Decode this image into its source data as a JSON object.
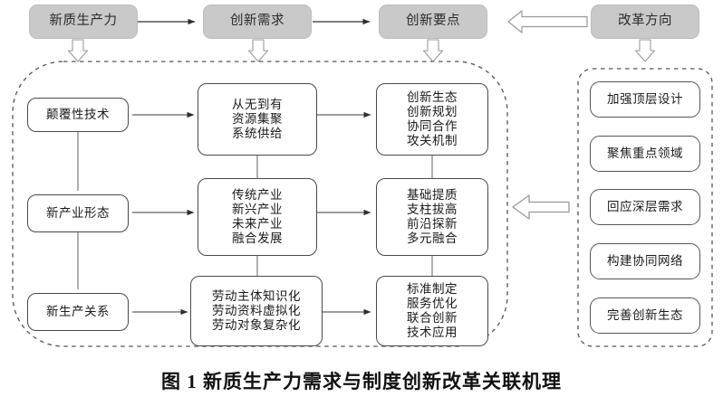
{
  "figure": {
    "caption": "图 1  新质生产力需求与制度创新改革关联机理"
  },
  "colors": {
    "header_fill": "#c9c9c9",
    "box_border": "#4a4a4a",
    "dashed_border": "#555555",
    "arrow": "#3a3a3a",
    "hollow_arrow_stroke": "#9a9a9a",
    "text": "#1a1a1a",
    "background": "#ffffff"
  },
  "header": {
    "boxes": [
      {
        "label": "新质生产力"
      },
      {
        "label": "创新需求"
      },
      {
        "label": "创新要点"
      },
      {
        "label": "改革方向"
      }
    ],
    "connectors": [
      {
        "name": "arrow-header-1-to-2",
        "type": "solid-arrow-right"
      },
      {
        "name": "arrow-header-2-to-3",
        "type": "solid-arrow-right"
      },
      {
        "name": "arrow-header-4-to-3",
        "type": "hollow-arrow-left"
      }
    ],
    "down_arrows": [
      {
        "name": "down-arrow-productivity",
        "type": "hollow-arrow-down"
      },
      {
        "name": "down-arrow-demand",
        "type": "hollow-arrow-down"
      },
      {
        "name": "down-arrow-points",
        "type": "hollow-arrow-down"
      },
      {
        "name": "down-arrow-reform",
        "type": "hollow-arrow-down"
      }
    ]
  },
  "main_group": {
    "columns": {
      "productivity": [
        {
          "label": "颠覆性技术"
        },
        {
          "label": "新产业形态"
        },
        {
          "label": "新生产关系"
        }
      ],
      "demand": [
        {
          "label": "从无到有\n资源集聚\n系统供给"
        },
        {
          "label": "传统产业\n新兴产业\n未来产业\n融合发展"
        },
        {
          "label": "劳动主体知识化\n劳动资料虚拟化\n劳动对象复杂化"
        }
      ],
      "points": [
        {
          "label": "创新生态\n创新规划\n协同合作\n攻关机制"
        },
        {
          "label": "基础提质\n支柱拔高\n前沿探新\n多元融合"
        },
        {
          "label": "标准制定\n服务优化\n联合创新\n技术应用"
        }
      ]
    }
  },
  "reform_group": {
    "items": [
      {
        "label": "加强顶层设计"
      },
      {
        "label": "聚焦重点领域"
      },
      {
        "label": "回应深层需求"
      },
      {
        "label": "构建协同网络"
      },
      {
        "label": "完善创新生态"
      }
    ]
  },
  "cross_group_arrow": {
    "name": "hollow-arrow-reform-to-main",
    "type": "hollow-arrow-left"
  }
}
